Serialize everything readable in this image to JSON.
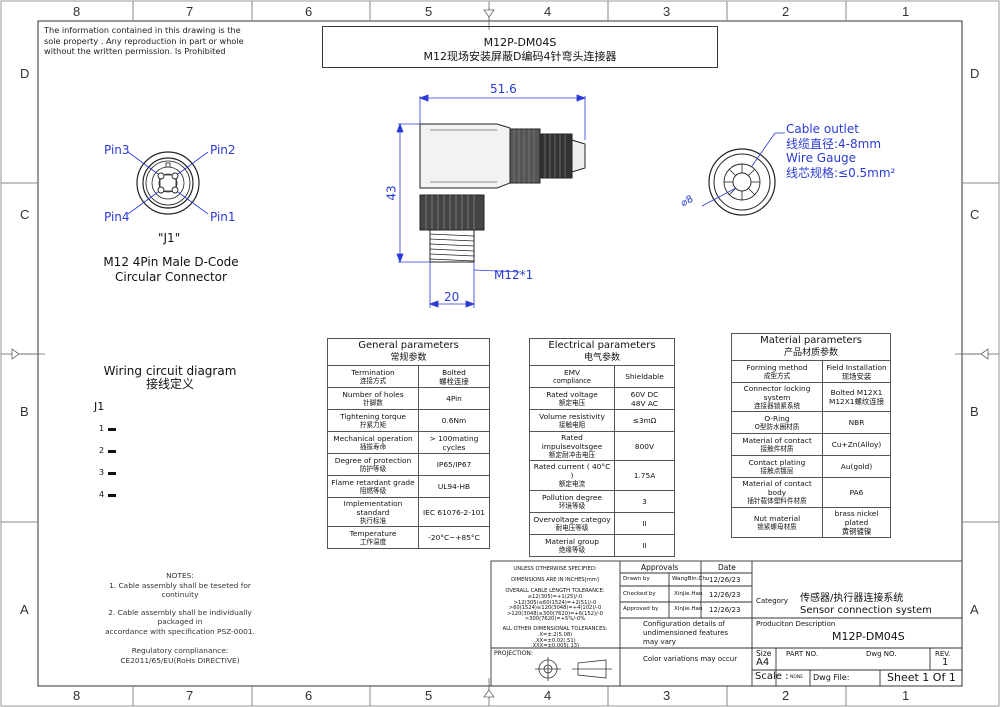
{
  "zones": {
    "columns": [
      "8",
      "7",
      "6",
      "5",
      "4",
      "3",
      "2",
      "1"
    ],
    "rows": [
      "D",
      "C",
      "B",
      "A"
    ]
  },
  "notice": "The information contained in this drawing is the sole property . Any reproduction in part or whole without the written permission. Is Prohibited",
  "title": {
    "model": "M12P-DM04S",
    "name": "M12现场安装屏蔽D编码4针弯头连接器"
  },
  "connector_face": {
    "pins": [
      "Pin3",
      "Pin2",
      "Pin4",
      "Pin1"
    ],
    "label": "\"J1\"",
    "desc_line1": "M12 4Pin Male D-Code",
    "desc_line2": "Circular Connector"
  },
  "dimensions": {
    "length": "51.6",
    "height": "43",
    "width": "20",
    "thread": "M12*1",
    "diameter": "⌀8"
  },
  "cable_outlet": {
    "line1": "Cable outlet",
    "line2": "线缆直径:4-8mm",
    "line3": "Wire Gauge",
    "line4": "线芯规格:≤0.5mm²"
  },
  "wiring": {
    "title_en": "Wiring circuit diagram",
    "title_cn": "接线定义",
    "connector": "J1",
    "pins": [
      "1",
      "2",
      "3",
      "4"
    ]
  },
  "general": {
    "title_en": "General parameters",
    "title_cn": "常规参数",
    "rows": [
      {
        "k1": "Termination",
        "k2": "连接方式",
        "v1": "Bolted",
        "v2": "螺栓连接"
      },
      {
        "k1": "Number of holes",
        "k2": "针脚数",
        "v1": "4Pin",
        "v2": ""
      },
      {
        "k1": "Tightening torque",
        "k2": "拧紧力矩",
        "v1": "0.6Nm",
        "v2": ""
      },
      {
        "k1": "Mechanical operation",
        "k2": "插拔寿命",
        "v1": "> 100mating cycles",
        "v2": ""
      },
      {
        "k1": "Degree of protection",
        "k2": "防护等级",
        "v1": "IP65/IP67",
        "v2": ""
      },
      {
        "k1": "Flame retardant grade",
        "k2": "阻燃等级",
        "v1": "UL94-HB",
        "v2": ""
      },
      {
        "k1": "Implementation standard",
        "k2": "执行标准",
        "v1": "IEC 61076-2-101",
        "v2": ""
      },
      {
        "k1": "Temperature",
        "k2": "工作温度",
        "v1": "-20°C~+85°C",
        "v2": ""
      }
    ]
  },
  "electrical": {
    "title_en": "Electrical parameters",
    "title_cn": "电气参数",
    "rows": [
      {
        "k1": "EMV",
        "k2": "compliance",
        "v1": "Shieldable",
        "v2": ""
      },
      {
        "k1": "Rated voltage",
        "k2": "额定电压",
        "v1": "60V DC",
        "v2": "48V AC"
      },
      {
        "k1": "Volume resistivity",
        "k2": "接触电阻",
        "v1": "≤3mΩ",
        "v2": ""
      },
      {
        "k1": "Rated impulsevoltsgee",
        "k2": "额定耐冲击电压",
        "v1": "800V",
        "v2": ""
      },
      {
        "k1": "Rated current ( 40°C )",
        "k2": "额定电流",
        "v1": "1.75A",
        "v2": ""
      },
      {
        "k1": "Pollution degree",
        "k2": "环境等级",
        "v1": "3",
        "v2": ""
      },
      {
        "k1": "Overvoltage categoy",
        "k2": "耐电压等级",
        "v1": "II",
        "v2": ""
      },
      {
        "k1": "Material group",
        "k2": "绝缘等级",
        "v1": "II",
        "v2": ""
      }
    ]
  },
  "material": {
    "title_en": "Material parameters",
    "title_cn": "产品材质参数",
    "rows": [
      {
        "k1": "Forming method",
        "k2": "成型方式",
        "v1": "Field Installation",
        "v2": "现场安装"
      },
      {
        "k1": "Connector locking system",
        "k2": "连接器锁紧系统",
        "v1": "Bolted M12X1",
        "v2": "M12X1螺纹连接"
      },
      {
        "k1": "O-Ring",
        "k2": "O型防水圈材质",
        "v1": "NBR",
        "v2": ""
      },
      {
        "k1": "Material of contact",
        "k2": "接触件材质",
        "v1": "Cu+Zn(Alloy)",
        "v2": ""
      },
      {
        "k1": "Contact plating",
        "k2": "接触点镀层",
        "v1": "Au(gold)",
        "v2": ""
      },
      {
        "k1": "Material of contact body",
        "k2": "插针载体塑料件材质",
        "v1": "PA6",
        "v2": ""
      },
      {
        "k1": "Nut material",
        "k2": "锁紧螺母材质",
        "v1": "brass nickel plated",
        "v2": "黄铜镀镍"
      }
    ]
  },
  "notes": {
    "title": "NOTES:",
    "n1": "1. Cable assembly shall be teseted for continuity",
    "n2a": "2. Cable assembly shall be individually packaged in",
    "n2b": "accordance with  specification PSZ-0001.",
    "reg1": "Regulatory complianance:",
    "reg2": "CE2011/65/EU(RoHs DIRECTIVE)"
  },
  "titleblock": {
    "unless": "UNLESS OTHERWISE SPECIFIED:",
    "dims_in": "DIMENSIONS ARE IN INCHES[mm]",
    "cable_tol": "OVERALL CABLE LENGTH TOLERANCE:",
    "tol_lines": [
      "≤12(305)=+1(25)/-0",
      ">12(305)≤60(1524)=+2(51)/-0",
      ">60(1524)≤120(3048)=+4(102)/-0",
      ">120(3048)≤300(7620)=+6(152)/-0",
      ">300(7620)=+5%/-0%"
    ],
    "other_tol": "ALL OTHER DIMENSIONAL TOLERANCES:",
    "other_lines": [
      ".X=±.2(5.08)",
      ".XX=±0.02(.51)",
      ".XXX=±0.005(.13)"
    ],
    "projection": "PROJECTION:",
    "approvals": "Approvals",
    "date": "Date",
    "drawn_by": "Drawn  by",
    "drawn_name": "WangBin.Chu",
    "drawn_date": "12/26/23",
    "checked_by": "Checked by",
    "checked_name": "XinJie.Han",
    "checked_date": "12/26/23",
    "approved_by": "Approved by",
    "approved_name": "XinJie.Han",
    "approved_date": "12/26/23",
    "config1": "Configuration details of",
    "config2": "undimensioned features",
    "config3": "may vary",
    "color": "Color variations may occur",
    "category_label": "Category",
    "category_cn": "传感器/执行器连接系统",
    "category_en": "Sensor connection system",
    "prod_desc_label": "Produciton Description",
    "prod_desc": "M12P-DM04S",
    "size_label": "Size",
    "size": "A4",
    "part_no": "PART NO.",
    "dwg_no": "Dwg NO.",
    "rev_label": "REV.",
    "rev": "1",
    "scale_label": "Scale :",
    "scale": "NONE",
    "dwg_file": "Dwg File:",
    "sheet": "Sheet 1 Of 1"
  }
}
